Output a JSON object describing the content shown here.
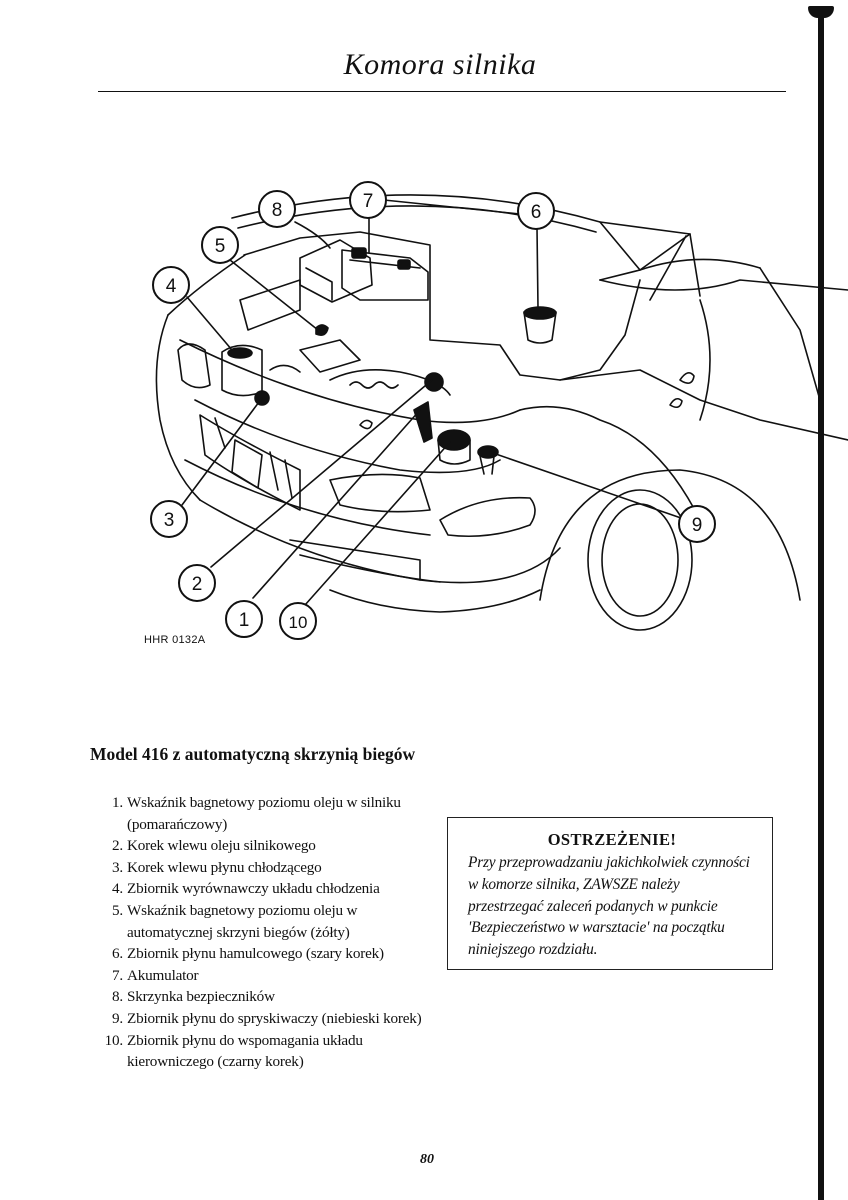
{
  "header": {
    "title": "Komora silnika"
  },
  "figure": {
    "code": "HHR 0132A",
    "callouts": [
      "1",
      "2",
      "3",
      "4",
      "5",
      "6",
      "7",
      "8",
      "9",
      "10"
    ]
  },
  "section": {
    "heading": "Model 416 z automatyczną skrzynią biegów"
  },
  "parts_list": [
    {
      "num": "1.",
      "text": "Wskaźnik bagnetowy poziomu oleju w silniku (pomarańczowy)"
    },
    {
      "num": "2.",
      "text": "Korek wlewu oleju silnikowego"
    },
    {
      "num": "3.",
      "text": "Korek wlewu płynu chłodzącego"
    },
    {
      "num": "4.",
      "text": "Zbiornik wyrównawczy układu chłodzenia"
    },
    {
      "num": "5.",
      "text": "Wskaźnik bagnetowy poziomu oleju w automatycznej skrzyni biegów (żółty)"
    },
    {
      "num": "6.",
      "text": "Zbiornik płynu hamulcowego (szary korek)"
    },
    {
      "num": "7.",
      "text": "Akumulator"
    },
    {
      "num": "8.",
      "text": "Skrzynka bezpieczników"
    },
    {
      "num": "9.",
      "text": "Zbiornik płynu do spryskiwaczy (niebieski korek)"
    },
    {
      "num": "10.",
      "text": "Zbiornik płynu do wspomagania układu kierowniczego (czarny korek)"
    }
  ],
  "warning": {
    "heading": "OSTRZEŻENIE!",
    "body": "Przy przeprowadzaniu jakichkolwiek czynności w komorze silnika, ZAWSZE należy przestrzegać zaleceń podanych w punkcie 'Bezpieczeństwo w warsztacie' na początku niniejszego rozdziału."
  },
  "footer": {
    "page_number": "80"
  }
}
